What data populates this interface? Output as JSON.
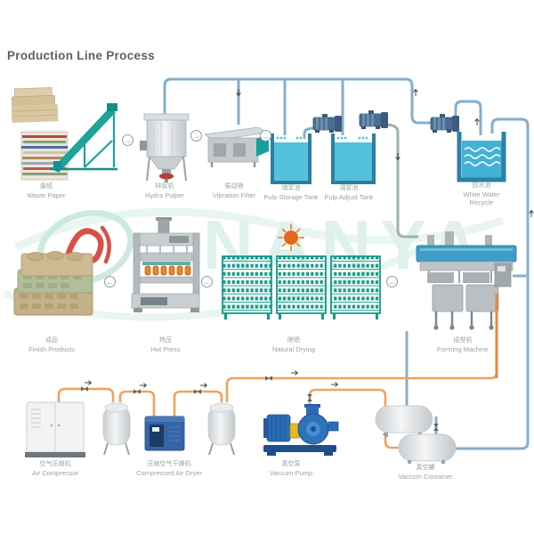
{
  "title": "Production Line Process",
  "watermark": {
    "brand": "NANYA"
  },
  "icons": {
    "flow_right": "→",
    "flow_left": "←"
  },
  "colors": {
    "teal": "#1ba39c",
    "pipe_blue": "#85aecb",
    "pipe_orange": "#f0a25e",
    "pipe_feed": "#9db3a6",
    "water": "#54c2dc",
    "watermark_teal": "#e0f1ec",
    "logo_red": "#d94f4a",
    "sun_orange": "#e2691b"
  },
  "stations": {
    "top": [
      {
        "zh": "废纸",
        "en": "Waste Paper"
      },
      {
        "zh": "碎浆机",
        "en": "Hydra Pulper"
      },
      {
        "zh": "振动筛",
        "en": "Vibration Filter"
      },
      {
        "zh": "储浆池",
        "en": "Pulp Storage Tank"
      },
      {
        "zh": "调浆池",
        "en": "Pulp Adjust Tank"
      },
      {
        "zh": "回水池",
        "en": "White Water Recycle"
      }
    ],
    "middle": [
      {
        "zh": "成品",
        "en": "Finish Products"
      },
      {
        "zh": "热压",
        "en": "Hot Press"
      },
      {
        "zh": "晾晒",
        "en": "Natural Drying"
      },
      {
        "zh": "成型机",
        "en": "Forming Machine"
      }
    ],
    "bottom": [
      {
        "zh": "空气压缩机",
        "en": "Air Compressor"
      },
      {
        "zh": "压缩空气干燥机",
        "en": "Compressed Air Dryer"
      },
      {
        "zh": "真空泵",
        "en": "Vaccum Pump"
      },
      {
        "zh": "真空罐",
        "en": "Vaccum Container"
      }
    ]
  }
}
